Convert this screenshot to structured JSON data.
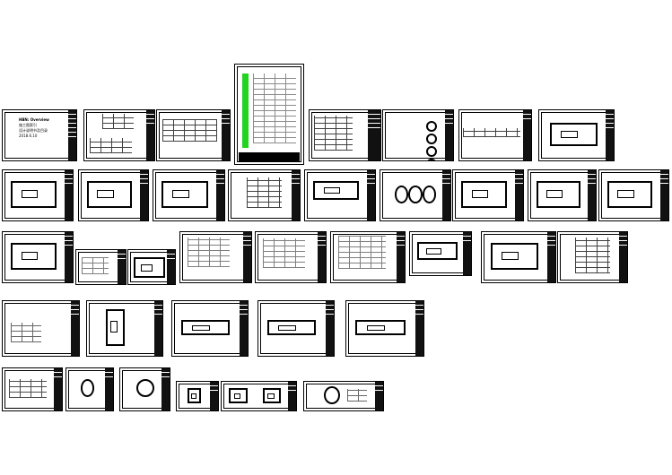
{
  "cover": {
    "brand": "HBN: Overview",
    "line1": "施工图索引",
    "line2": "设计说明书及目录",
    "date": "2018.6.10"
  },
  "colors": {
    "line": "#000000",
    "background": "#ffffff",
    "highlight": "#22d322"
  },
  "sheets": [
    {
      "id": 1,
      "kind": "cover"
    },
    {
      "id": 2,
      "kind": "table"
    },
    {
      "id": 3,
      "kind": "table"
    },
    {
      "id": 4,
      "kind": "index-list"
    },
    {
      "id": 5,
      "kind": "table"
    },
    {
      "id": 6,
      "kind": "table"
    },
    {
      "id": 7,
      "kind": "plan"
    },
    {
      "id": 8,
      "kind": "plan"
    },
    {
      "id": 9,
      "kind": "plan"
    },
    {
      "id": 10,
      "kind": "plan"
    },
    {
      "id": 11,
      "kind": "grid"
    },
    {
      "id": 12,
      "kind": "plan"
    },
    {
      "id": 13,
      "kind": "circles"
    },
    {
      "id": 14,
      "kind": "plan"
    },
    {
      "id": 15,
      "kind": "plan"
    },
    {
      "id": 16,
      "kind": "plan"
    },
    {
      "id": 17,
      "kind": "plan"
    },
    {
      "id": 18,
      "kind": "detail"
    },
    {
      "id": 19,
      "kind": "detail"
    },
    {
      "id": 20,
      "kind": "wiring"
    },
    {
      "id": 21,
      "kind": "wiring"
    },
    {
      "id": 22,
      "kind": "wiring"
    },
    {
      "id": 23,
      "kind": "detail"
    },
    {
      "id": 24,
      "kind": "plan"
    },
    {
      "id": 25,
      "kind": "grid"
    },
    {
      "id": 26,
      "kind": "detail"
    },
    {
      "id": 27,
      "kind": "detail"
    },
    {
      "id": 28,
      "kind": "section"
    },
    {
      "id": 29,
      "kind": "section"
    },
    {
      "id": 30,
      "kind": "plan"
    },
    {
      "id": 31,
      "kind": "detail"
    },
    {
      "id": 32,
      "kind": "detail"
    },
    {
      "id": 33,
      "kind": "detail"
    },
    {
      "id": 34,
      "kind": "detail"
    },
    {
      "id": 35,
      "kind": "detail"
    },
    {
      "id": 36,
      "kind": "detail"
    },
    {
      "id": 37,
      "kind": "detail"
    }
  ]
}
